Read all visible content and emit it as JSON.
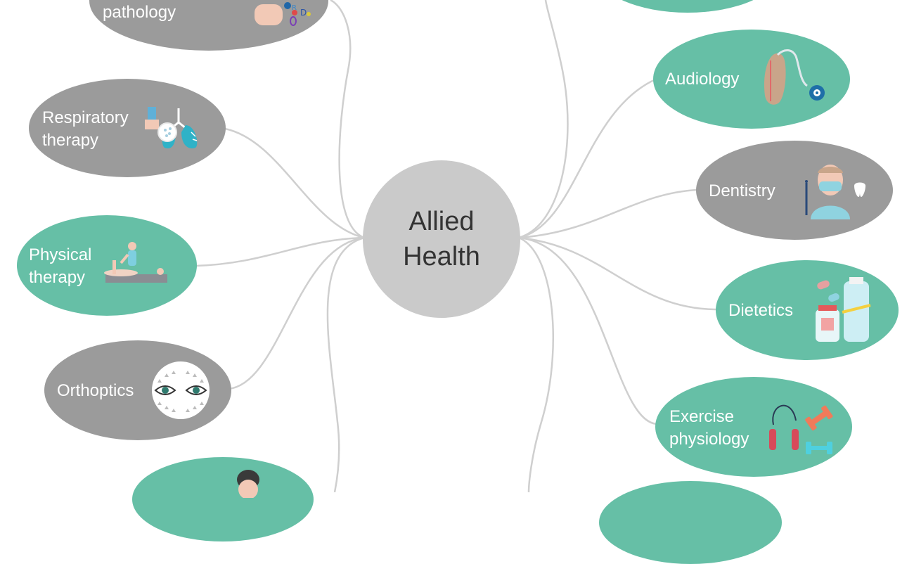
{
  "center": {
    "line1": "Allied",
    "line2": "Health"
  },
  "nodes": {
    "speech_pathology": {
      "line2": "pathology",
      "icon": "speech-person-icon"
    },
    "respiratory": {
      "line1": "Respiratory",
      "line2": "therapy",
      "icon": "lungs-icon"
    },
    "physical": {
      "line1": "Physical",
      "line2": "therapy",
      "icon": "physiotherapist-icon"
    },
    "orthoptics": {
      "line1": "Orthoptics",
      "icon": "eyes-icon"
    },
    "audiology": {
      "line1": "Audiology",
      "icon": "hearing-aid-icon"
    },
    "dentistry": {
      "line1": "Dentistry",
      "icon": "dentist-icon"
    },
    "dietetics": {
      "line1": "Dietetics",
      "icon": "diet-bottles-icon"
    },
    "exercise": {
      "line1": "Exercise",
      "line2": "physiology",
      "icon": "jump-rope-dumbbell-icon"
    }
  },
  "colors": {
    "teal": "#66bfa6",
    "gray": "#9b9b9b",
    "center": "#cacaca",
    "connector": "#cccccc"
  }
}
